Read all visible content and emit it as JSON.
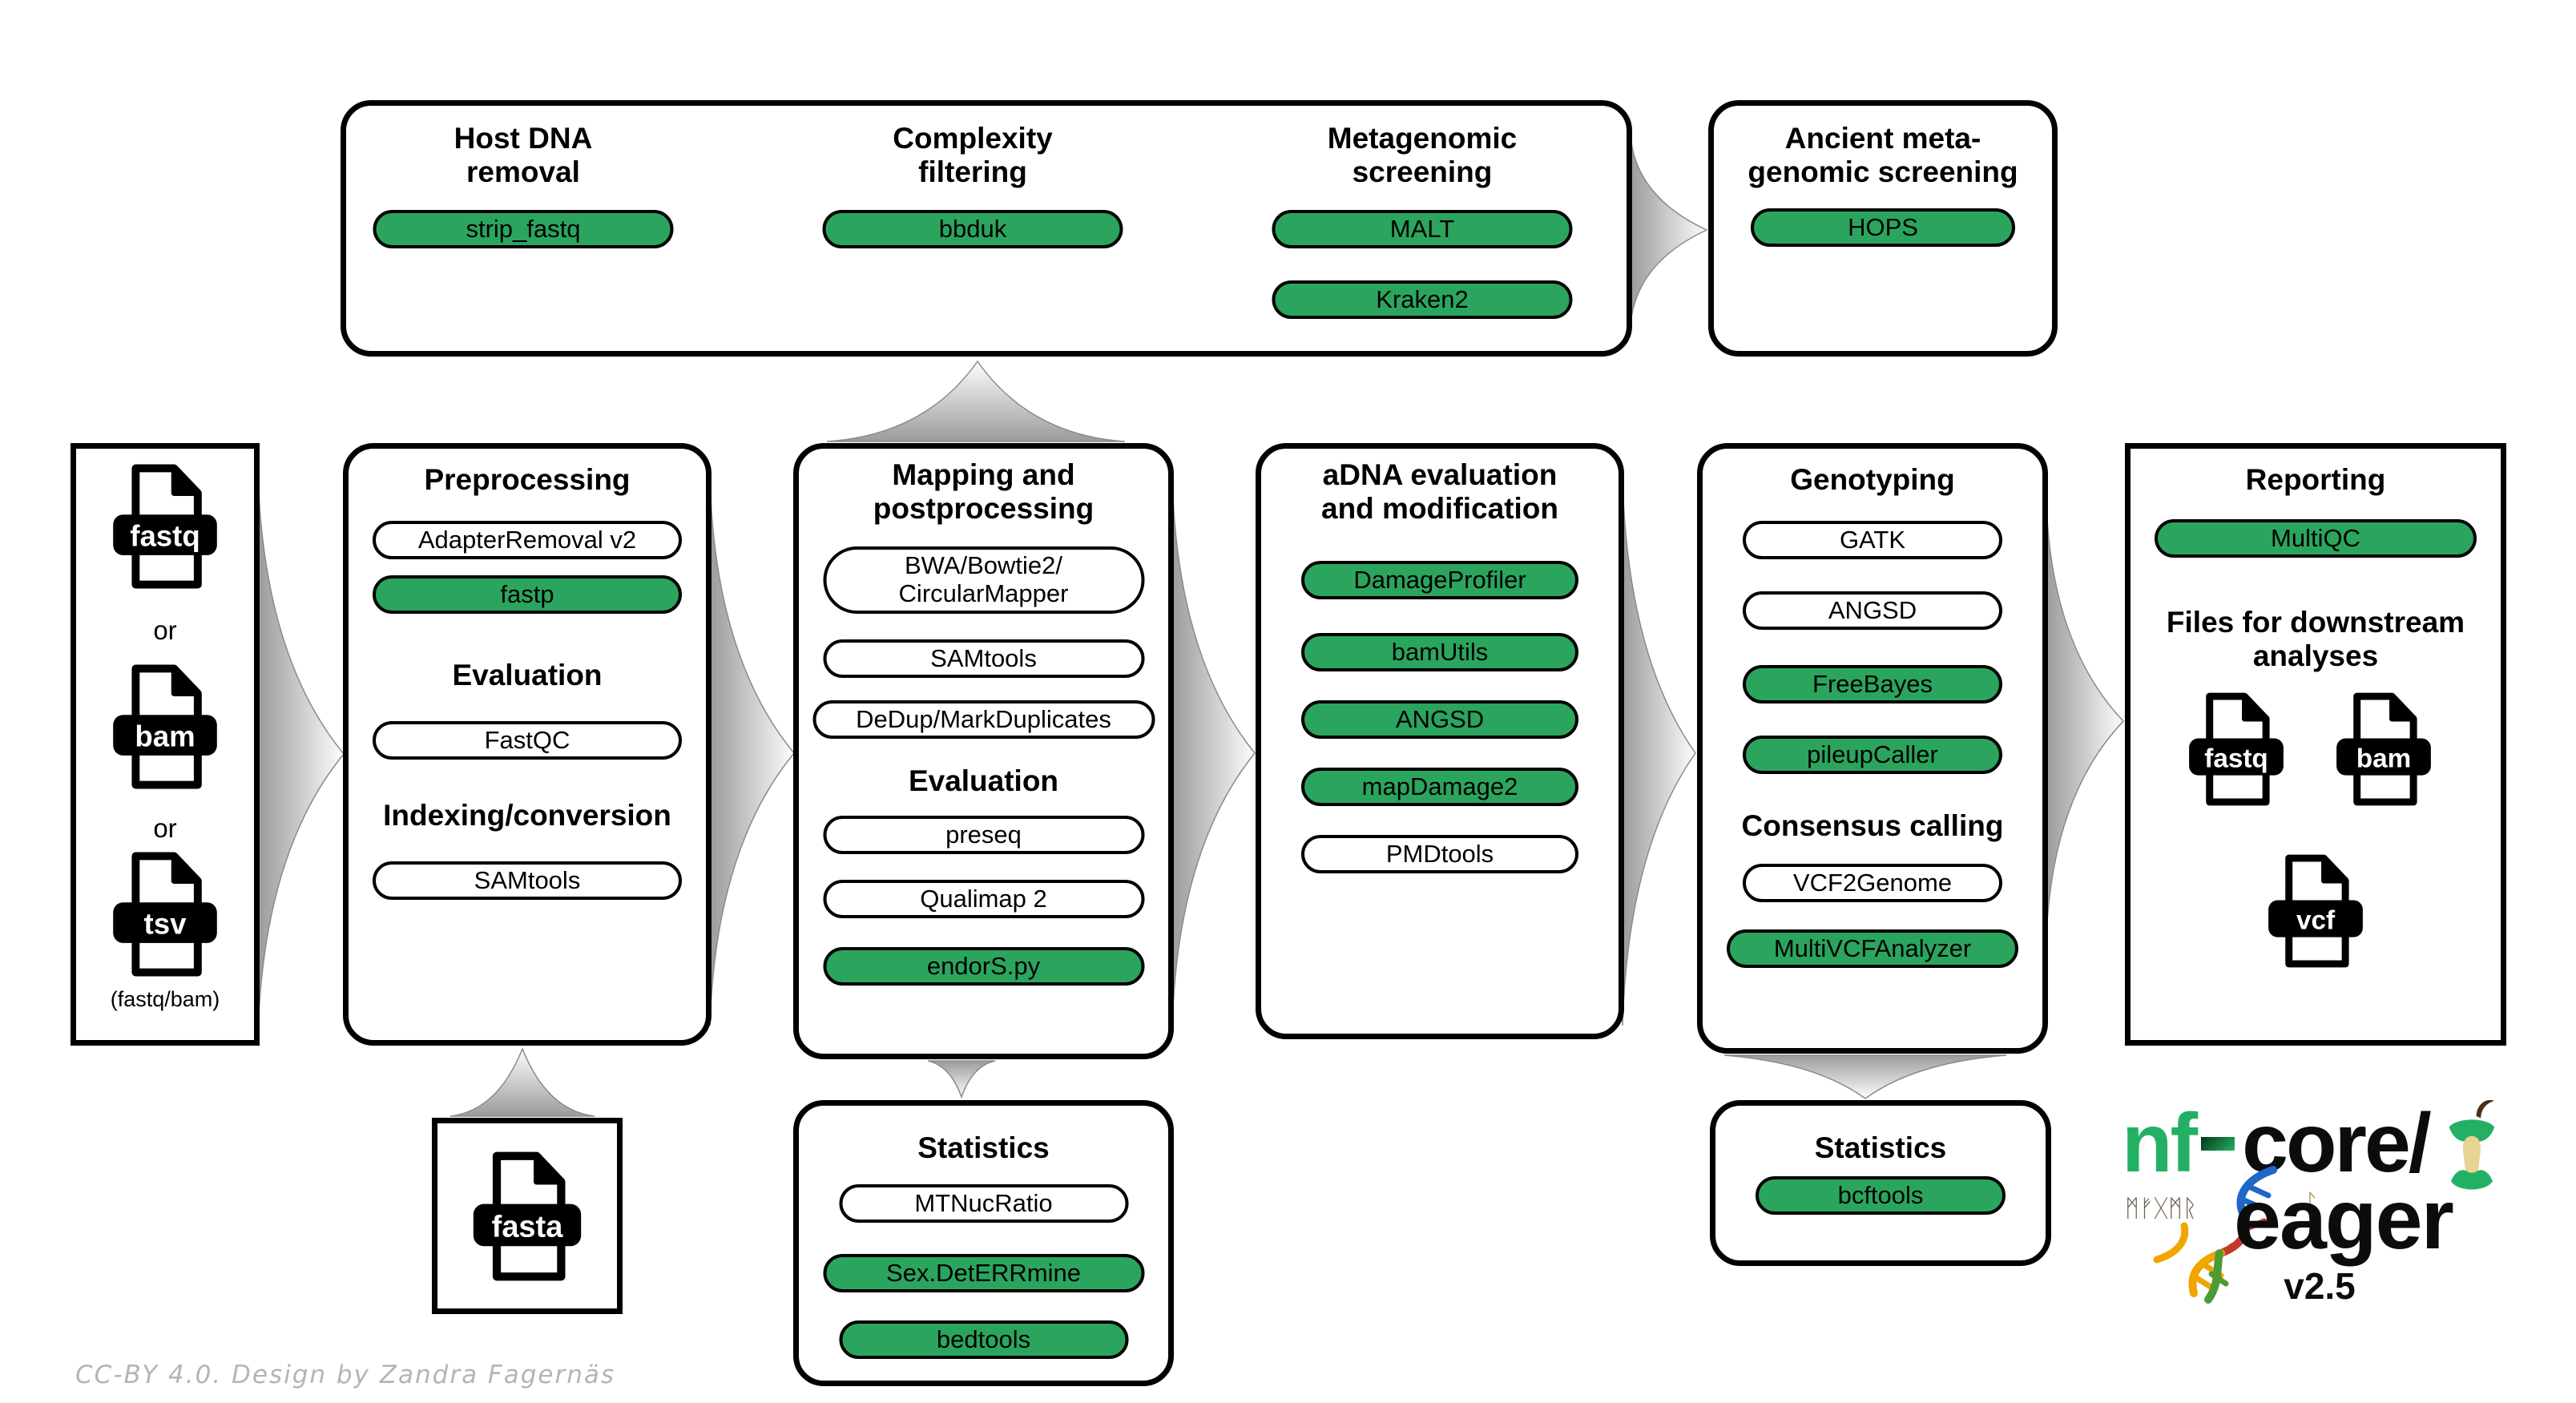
{
  "colors": {
    "tool_green": "#2BA55E",
    "logo_green": "#24B064",
    "arrow_gray": "#9e9e9e",
    "credit_gray": "#b4b4b4"
  },
  "credit": "CC-BY 4.0. Design by Zandra Fagernäs",
  "screening_box": {
    "col1": {
      "line1": "Host DNA",
      "line2": "removal",
      "tool1": "strip_fastq"
    },
    "col2": {
      "line1": "Complexity",
      "line2": "filtering",
      "tool1": "bbduk"
    },
    "col3": {
      "line1": "Metagenomic",
      "line2": "screening",
      "tool1": "MALT",
      "tool2": "Kraken2"
    }
  },
  "ancient_box": {
    "line1": "Ancient meta-",
    "line2": "genomic screening",
    "tool1": "HOPS"
  },
  "input_box": {
    "file1": "fastq",
    "or1": "or",
    "file2": "bam",
    "or2": "or",
    "file3": "tsv",
    "note": "(fastq/bam)"
  },
  "preprocessing_box": {
    "title": "Preprocessing",
    "tool1": "AdapterRemoval v2",
    "tool2": "fastp",
    "heading2": "Evaluation",
    "tool3": "FastQC",
    "heading3": "Indexing/conversion",
    "tool4": "SAMtools"
  },
  "mapping_box": {
    "title1": "Mapping and",
    "title2": "postprocessing",
    "tool1a": "BWA/Bowtie2/",
    "tool1b": "CircularMapper",
    "tool2": "SAMtools",
    "tool3": "DeDup/MarkDuplicates",
    "heading2": "Evaluation",
    "tool4": "preseq",
    "tool5": "Qualimap 2",
    "tool6": "endorS.py"
  },
  "adna_box": {
    "title1": "aDNA evaluation",
    "title2": "and modification",
    "tool1": "DamageProfiler",
    "tool2": "bamUtils",
    "tool3": "ANGSD",
    "tool4": "mapDamage2",
    "tool5": "PMDtools"
  },
  "genotyping_box": {
    "title": "Genotyping",
    "tool1": "GATK",
    "tool2": "ANGSD",
    "tool3": "FreeBayes",
    "tool4": "pileupCaller",
    "heading2": "Consensus calling",
    "tool5": "VCF2Genome",
    "tool6": "MultiVCFAnalyzer"
  },
  "reporting_box": {
    "title": "Reporting",
    "tool1": "MultiQC",
    "heading2a": "Files for downstream",
    "heading2b": "analyses",
    "file1": "fastq",
    "file2": "bam",
    "file3": "vcf"
  },
  "stats_mapping_box": {
    "title": "Statistics",
    "tool1": "MTNucRatio",
    "tool2": "Sex.DetERRmine",
    "tool3": "bedtools"
  },
  "stats_genotyping_box": {
    "title": "Statistics",
    "tool1": "bcftools"
  },
  "fasta_box": {
    "file": "fasta"
  },
  "logo": {
    "prefix_green": "nf",
    "prefix_black": "core/",
    "name": "eager",
    "version": "v2.5",
    "runes": "ᛗᚠᚷᛗᚱ",
    "rune_accent": "ᛚ"
  }
}
